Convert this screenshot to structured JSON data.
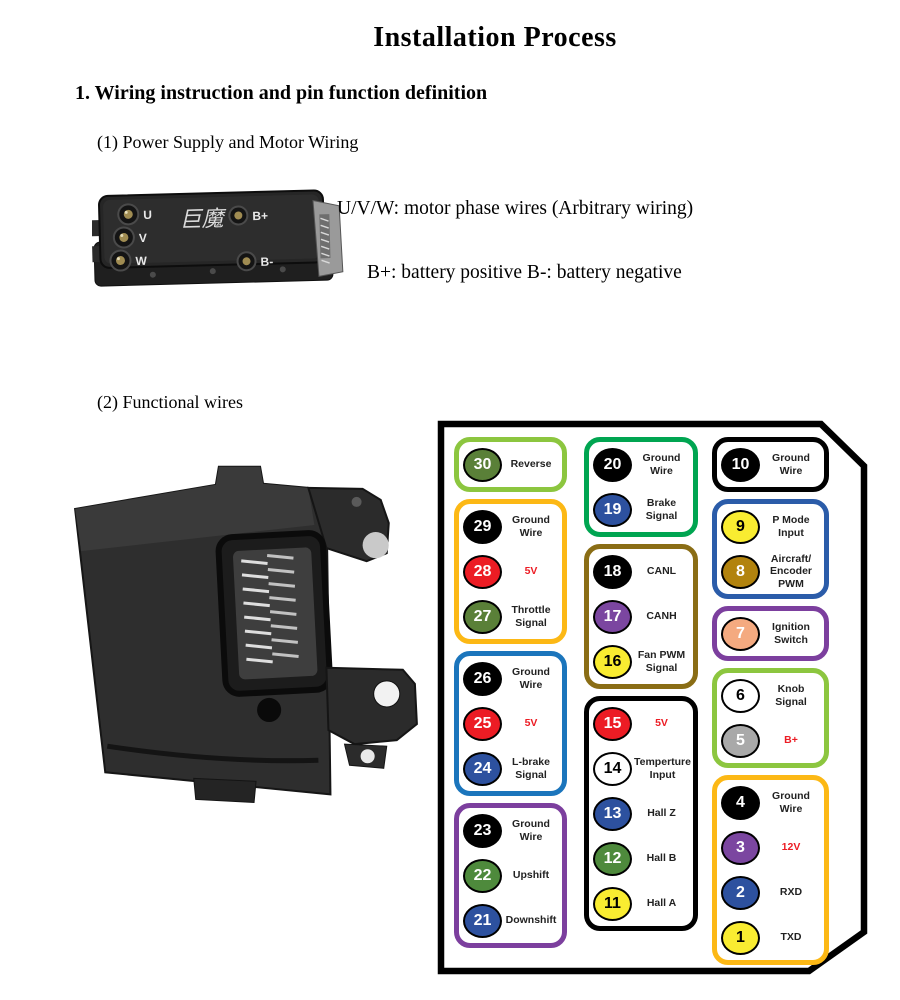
{
  "title": "Installation Process",
  "section": {
    "heading": "1.  Wiring instruction and pin function definition",
    "sub1": {
      "heading": "(1) Power Supply and Motor Wiring",
      "note_uvw": "U/V/W: motor phase wires (Arbitrary wiring)",
      "note_battery": "B+: battery positive B-: battery negative"
    },
    "sub2": {
      "heading": "(2) Functional wires"
    }
  },
  "controller_photo": {
    "brand_text": "巨魔",
    "terminals_left": [
      "U",
      "V",
      "W"
    ],
    "terminals_right": [
      "B+",
      "B-"
    ]
  },
  "pin_diagram": {
    "accent_red": "#ec1c24",
    "groups": [
      {
        "id": "reverse",
        "col": 0,
        "border": "#8cc63f",
        "pins": [
          {
            "num": "30",
            "fill": "#5a8038",
            "nc": "#ffffff",
            "label": "Reverse"
          }
        ]
      },
      {
        "id": "throttle",
        "col": 0,
        "border": "#fcb815",
        "pins": [
          {
            "num": "29",
            "fill": "#000000",
            "nc": "#ffffff",
            "label": "Ground\nWire"
          },
          {
            "num": "28",
            "fill": "#ec1c24",
            "nc": "#ffffff",
            "label": "5V",
            "lc": "#ec1c24"
          },
          {
            "num": "27",
            "fill": "#5a8038",
            "nc": "#ffffff",
            "label": "Throttle\nSignal"
          }
        ]
      },
      {
        "id": "l-brake",
        "col": 0,
        "border": "#1b75bc",
        "pins": [
          {
            "num": "26",
            "fill": "#000000",
            "nc": "#ffffff",
            "label": "Ground\nWire"
          },
          {
            "num": "25",
            "fill": "#ec1c24",
            "nc": "#ffffff",
            "label": "5V",
            "lc": "#ec1c24"
          },
          {
            "num": "24",
            "fill": "#2d519f",
            "nc": "#ffffff",
            "label": "L-brake\nSignal"
          }
        ]
      },
      {
        "id": "shift",
        "col": 0,
        "border": "#7c3f9e",
        "pins": [
          {
            "num": "23",
            "fill": "#000000",
            "nc": "#ffffff",
            "label": "Ground\nWire"
          },
          {
            "num": "22",
            "fill": "#4e8a3c",
            "nc": "#ffffff",
            "label": "Upshift"
          },
          {
            "num": "21",
            "fill": "#2d519f",
            "nc": "#ffffff",
            "label": "Downshift"
          }
        ]
      },
      {
        "id": "brake",
        "col": 1,
        "border": "#00a551",
        "pins": [
          {
            "num": "20",
            "fill": "#000000",
            "nc": "#ffffff",
            "label": "Ground\nWire"
          },
          {
            "num": "19",
            "fill": "#2d519f",
            "nc": "#ffffff",
            "label": "Brake Signal"
          }
        ]
      },
      {
        "id": "can-bus",
        "col": 1,
        "border": "#8a6d15",
        "pins": [
          {
            "num": "18",
            "fill": "#000000",
            "nc": "#ffffff",
            "label": "CANL"
          },
          {
            "num": "17",
            "fill": "#7b46a0",
            "nc": "#ffffff",
            "label": "CANH"
          },
          {
            "num": "16",
            "fill": "#f9ec31",
            "nc": "#000000",
            "label": "Fan PWM\nSignal"
          }
        ]
      },
      {
        "id": "hall-sensor",
        "col": 1,
        "border": "#000000",
        "pins": [
          {
            "num": "15",
            "fill": "#ec1c24",
            "nc": "#ffffff",
            "label": "5V",
            "lc": "#ec1c24"
          },
          {
            "num": "14",
            "fill": "#ffffff",
            "nc": "#000000",
            "label": "Temperture\nInput"
          },
          {
            "num": "13",
            "fill": "#2d519f",
            "nc": "#ffffff",
            "label": "Hall Z"
          },
          {
            "num": "12",
            "fill": "#4e8a3c",
            "nc": "#ffffff",
            "label": "Hall B"
          },
          {
            "num": "11",
            "fill": "#f9ec31",
            "nc": "#000000",
            "label": "Hall A"
          }
        ]
      },
      {
        "id": "ground-10",
        "col": 2,
        "border": "#000000",
        "pins": [
          {
            "num": "10",
            "fill": "#000000",
            "nc": "#ffffff",
            "label": "Ground\nWire"
          }
        ]
      },
      {
        "id": "p-mode",
        "col": 2,
        "border": "#2b5ca9",
        "pins": [
          {
            "num": "9",
            "fill": "#f9ec31",
            "nc": "#000000",
            "label": "P Mode Input"
          },
          {
            "num": "8",
            "fill": "#b2830e",
            "nc": "#ffffff",
            "label": "Aircraft/\nEncoder PWM"
          }
        ]
      },
      {
        "id": "ignition",
        "col": 2,
        "border": "#7c3f9e",
        "pins": [
          {
            "num": "7",
            "fill": "#f4aa80",
            "nc": "#ffffff",
            "label": "Ignition\nSwitch"
          }
        ]
      },
      {
        "id": "knob",
        "col": 2,
        "border": "#8cc63f",
        "pins": [
          {
            "num": "6",
            "fill": "#ffffff",
            "nc": "#000000",
            "label": "Knob\nSignal"
          },
          {
            "num": "5",
            "fill": "#a9a9a9",
            "nc": "#ffffff",
            "label": "B+",
            "lc": "#ec1c24"
          }
        ]
      },
      {
        "id": "serial",
        "col": 2,
        "border": "#fcb815",
        "pins": [
          {
            "num": "4",
            "fill": "#000000",
            "nc": "#ffffff",
            "label": "Ground\nWire"
          },
          {
            "num": "3",
            "fill": "#7b46a0",
            "nc": "#ffffff",
            "label": "12V",
            "lc": "#ec1c24"
          },
          {
            "num": "2",
            "fill": "#2d519f",
            "nc": "#ffffff",
            "label": "RXD"
          },
          {
            "num": "1",
            "fill": "#f9ec31",
            "nc": "#000000",
            "label": "TXD"
          }
        ]
      }
    ]
  }
}
